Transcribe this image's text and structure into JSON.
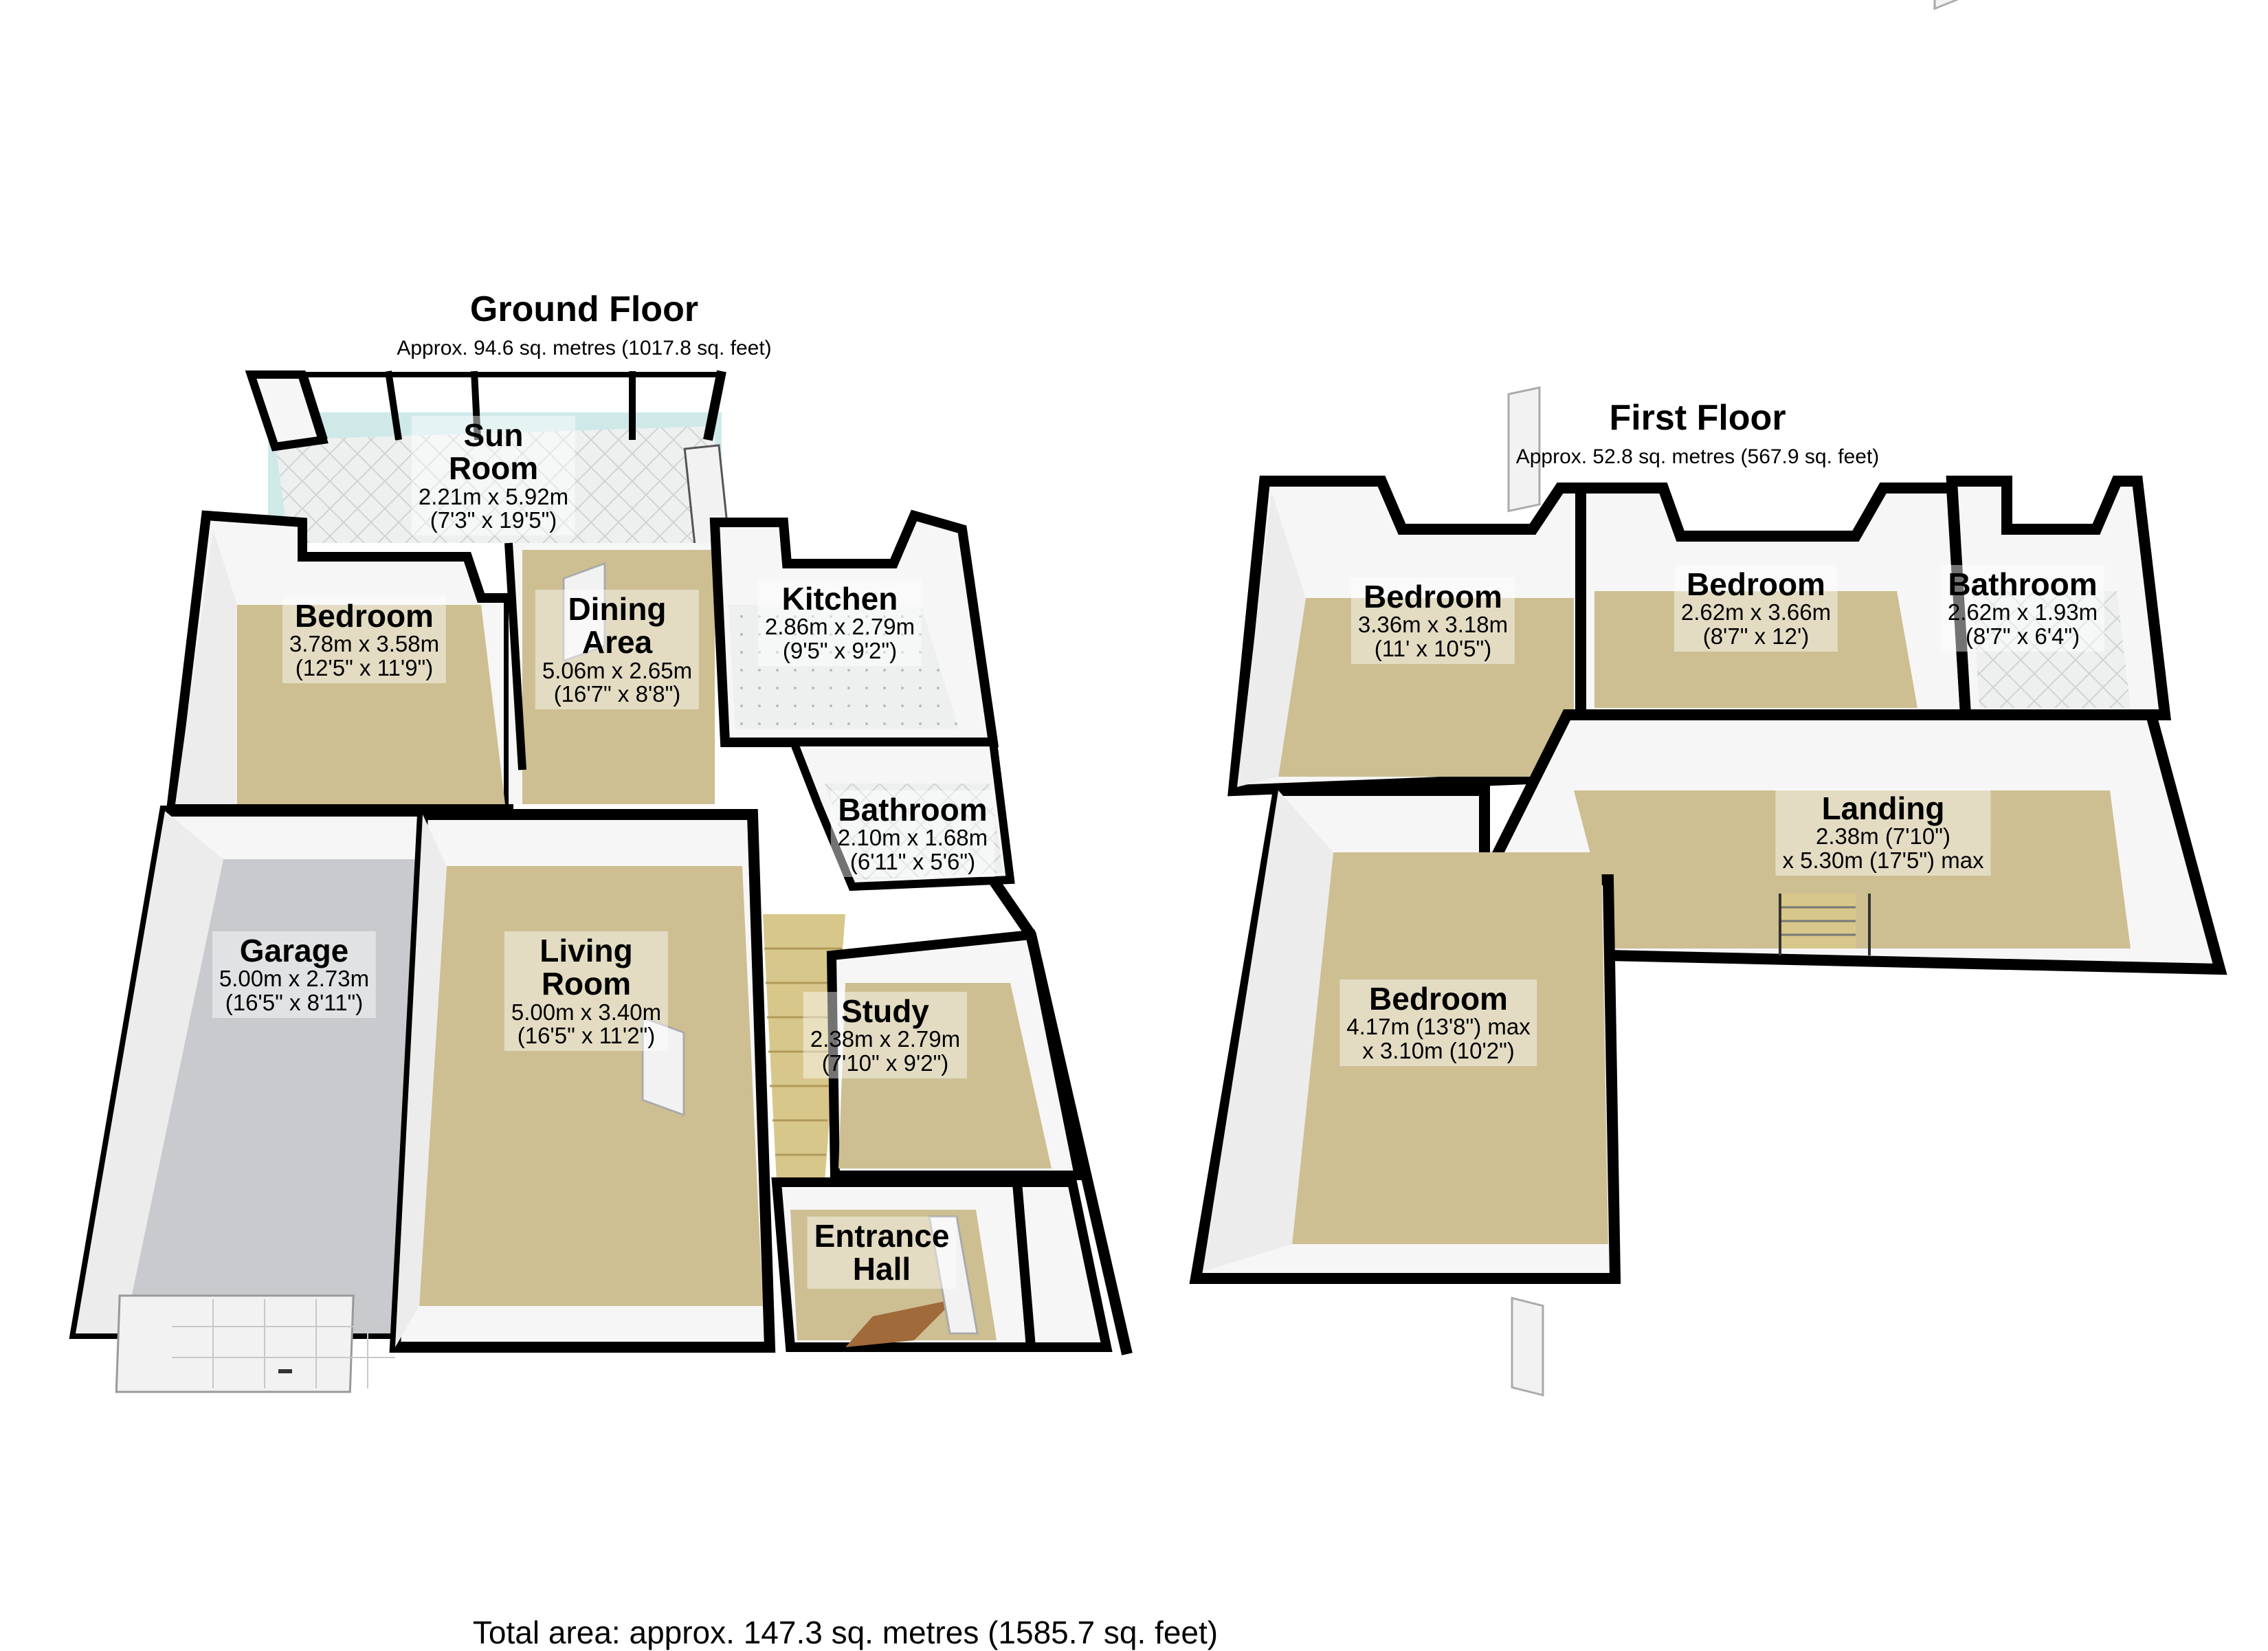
{
  "ground_floor": {
    "title": "Ground Floor",
    "area": "Approx. 94.6 sq. metres (1017.8 sq. feet)",
    "rooms": {
      "sun_room": {
        "name_1": "Sun",
        "name_2": "Room",
        "dim_1": "2.21m x 5.92m",
        "dim_2": "(7'3\" x 19'5\")"
      },
      "bedroom": {
        "name_1": "Bedroom",
        "dim_1": "3.78m x 3.58m",
        "dim_2": "(12'5\" x 11'9\")"
      },
      "dining": {
        "name_1": "Dining",
        "name_2": "Area",
        "dim_1": "5.06m x 2.65m",
        "dim_2": "(16'7\" x 8'8\")"
      },
      "kitchen": {
        "name_1": "Kitchen",
        "dim_1": "2.86m x 2.79m",
        "dim_2": "(9'5\" x 9'2\")"
      },
      "bathroom": {
        "name_1": "Bathroom",
        "dim_1": "2.10m x 1.68m",
        "dim_2": "(6'11\" x 5'6\")"
      },
      "garage": {
        "name_1": "Garage",
        "dim_1": "5.00m x 2.73m",
        "dim_2": "(16'5\" x 8'11\")"
      },
      "living": {
        "name_1": "Living",
        "name_2": "Room",
        "dim_1": "5.00m x 3.40m",
        "dim_2": "(16'5\" x 11'2\")"
      },
      "study": {
        "name_1": "Study",
        "dim_1": "2.38m x 2.79m",
        "dim_2": "(7'10\" x 9'2\")"
      },
      "entrance": {
        "name_1": "Entrance",
        "name_2": "Hall"
      }
    }
  },
  "first_floor": {
    "title": "First Floor",
    "area": "Approx. 52.8 sq. metres (567.9 sq. feet)",
    "rooms": {
      "bedroom_1": {
        "name_1": "Bedroom",
        "dim_1": "3.36m x 3.18m",
        "dim_2": "(11' x 10'5\")"
      },
      "bedroom_2": {
        "name_1": "Bedroom",
        "dim_1": "2.62m x 3.66m",
        "dim_2": "(8'7\" x 12')"
      },
      "bathroom": {
        "name_1": "Bathroom",
        "dim_1": "2.62m x 1.93m",
        "dim_2": "(8'7\" x 6'4\")"
      },
      "landing": {
        "name_1": "Landing",
        "dim_1": "2.38m (7'10\")",
        "dim_2": "x 5.30m (17'5\") max"
      },
      "bedroom_3": {
        "name_1": "Bedroom",
        "dim_1": "4.17m (13'8\") max",
        "dim_2": "x 3.10m (10'2\")"
      }
    }
  },
  "total_area": "Total area: approx. 147.3 sq. metres (1585.7 sq. feet)",
  "colors": {
    "wall": "#000000",
    "wall_face": "#f6f6f6",
    "carpet": "#cdbf92",
    "tile": "#eef0f0",
    "garage_floor": "#c8cacd",
    "door": "#f2f2f2",
    "stairs": "#d8c78a",
    "glass": "#cfe9e9"
  }
}
